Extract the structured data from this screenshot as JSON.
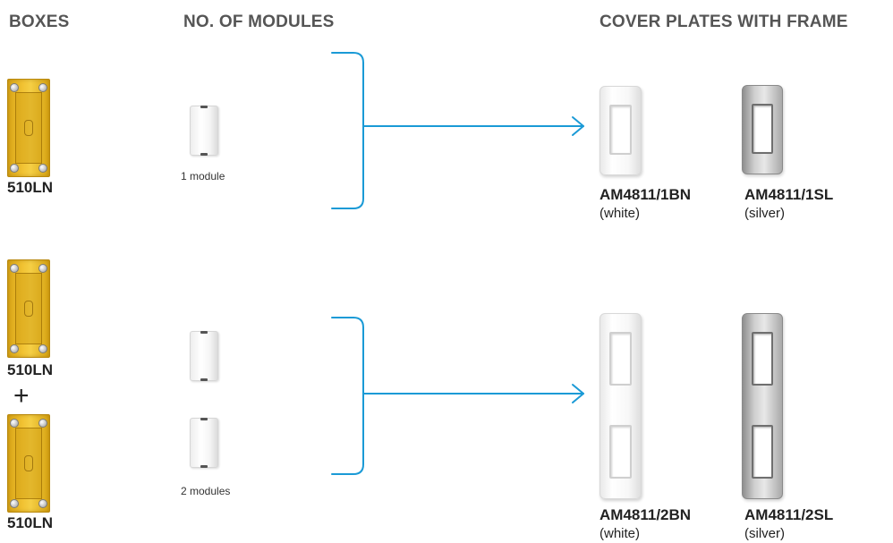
{
  "headings": {
    "boxes": "BOXES",
    "modules": "NO. OF MODULES",
    "plates": "COVER PLATES WITH FRAME"
  },
  "row1": {
    "box_code": "510LN",
    "modules_label": "1 module",
    "plate_white": {
      "code": "AM4811/1BN",
      "finish": "(white)"
    },
    "plate_silver": {
      "code": "AM4811/1SL",
      "finish": "(silver)"
    }
  },
  "row2": {
    "box_code_top": "510LN",
    "plus": "+",
    "box_code_bottom": "510LN",
    "modules_label": "2 modules",
    "plate_white": {
      "code": "AM4811/2BN",
      "finish": "(white)"
    },
    "plate_silver": {
      "code": "AM4811/2SL",
      "finish": "(silver)"
    }
  },
  "colors": {
    "connector": "#1a9ad6",
    "heading": "#555555",
    "box_yellow": "#f1c232"
  }
}
